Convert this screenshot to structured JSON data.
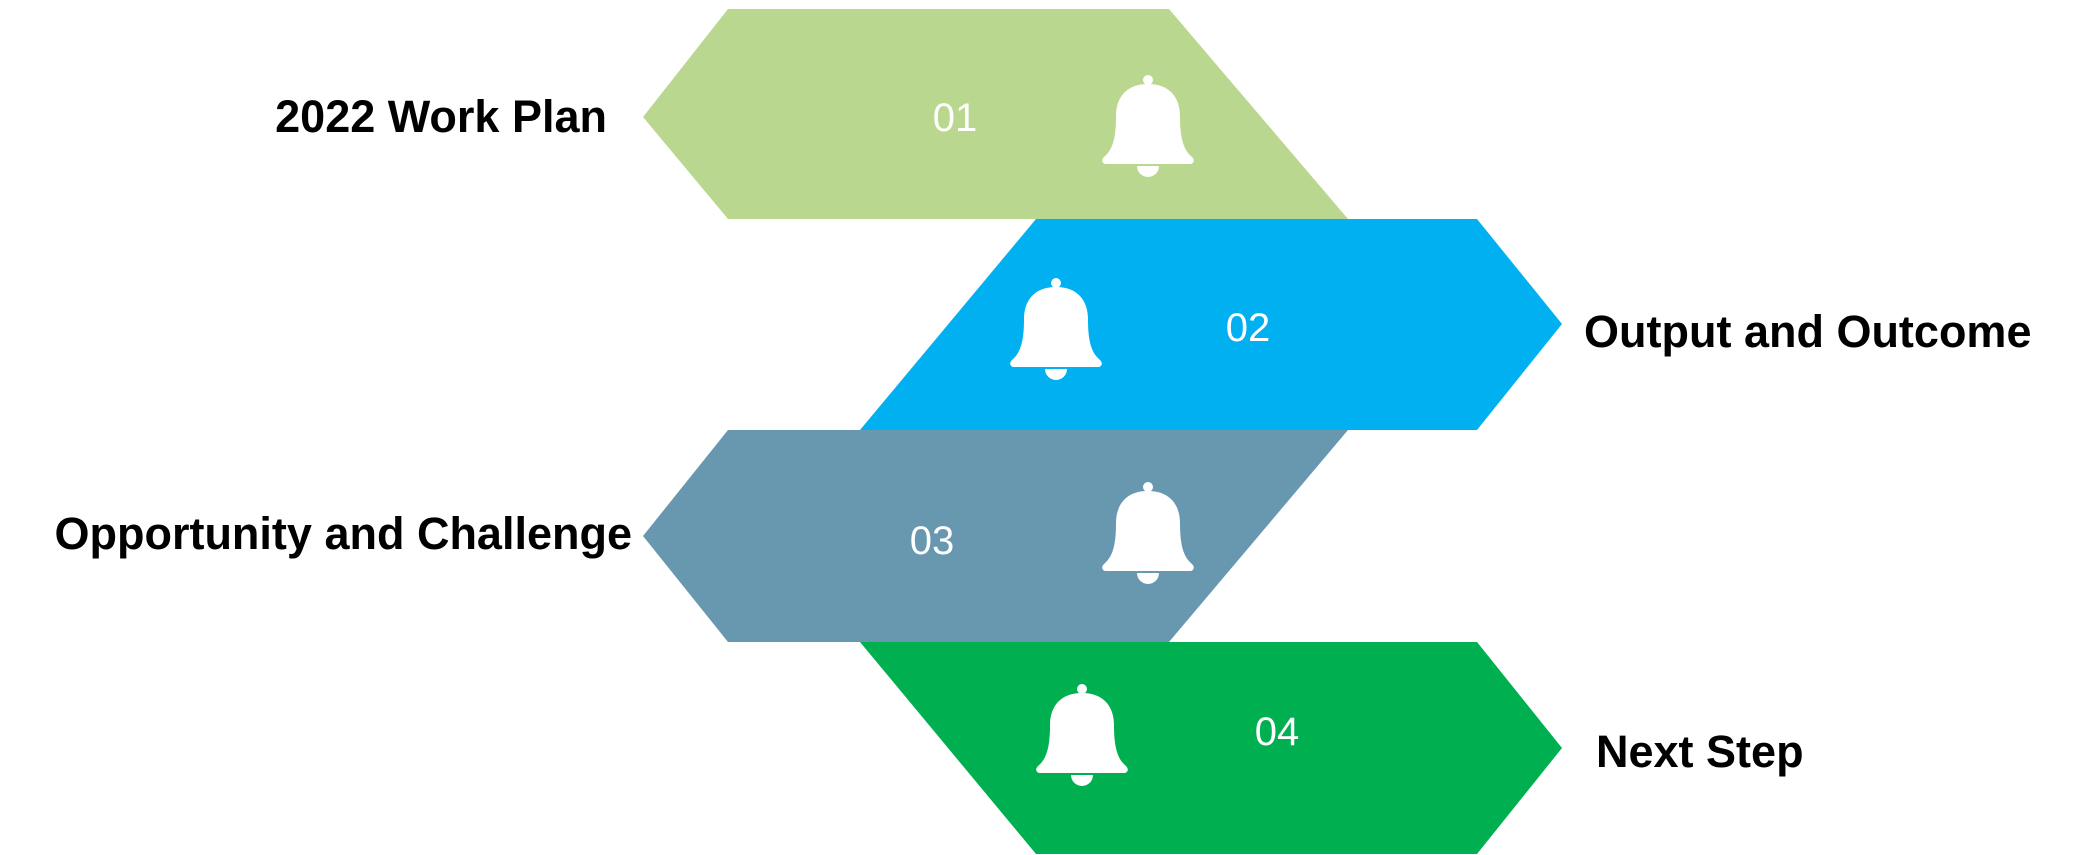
{
  "diagram": {
    "steps": [
      {
        "number": "01",
        "label": "2022 Work Plan",
        "color": "#b9d78e",
        "icon": "bell-icon"
      },
      {
        "number": "02",
        "label": "Output and Outcome",
        "color": "#00b0f0",
        "icon": "bell-icon"
      },
      {
        "number": "03",
        "label": "Opportunity and Challenge",
        "color": "#6897b0",
        "icon": "bell-icon"
      },
      {
        "number": "04",
        "label": "Next Step",
        "color": "#00b050",
        "icon": "bell-icon"
      }
    ]
  }
}
